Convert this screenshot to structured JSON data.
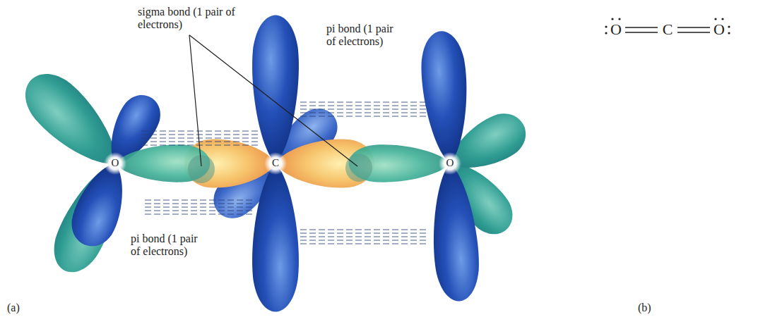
{
  "diagram": {
    "labels": [
      "sigma bond (1 pair of electrons)",
      "pi bond (1 pair of electrons)",
      "O",
      "C",
      "O",
      "pi bond (1 pair of electrons)",
      "(a)",
      "O",
      "C",
      "O",
      "(b)"
    ]
  }
}
